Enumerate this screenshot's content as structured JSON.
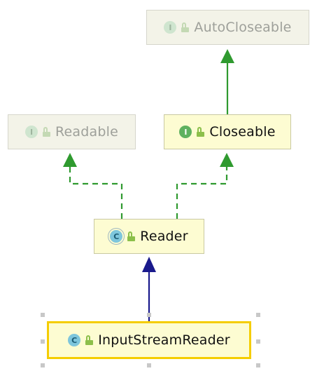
{
  "diagram": {
    "nodes": {
      "autocloseable": {
        "name": "AutoCloseable",
        "kind": "interface",
        "kind_letter": "I",
        "style": "library-dimmed",
        "visibility_icon": "lock-open-icon"
      },
      "readable": {
        "name": "Readable",
        "kind": "interface",
        "kind_letter": "I",
        "style": "library-dimmed",
        "visibility_icon": "lock-open-icon"
      },
      "closeable": {
        "name": "Closeable",
        "kind": "interface",
        "kind_letter": "I",
        "style": "normal",
        "visibility_icon": "lock-open-icon"
      },
      "reader": {
        "name": "Reader",
        "kind": "abstract-class",
        "kind_letter": "C",
        "style": "normal",
        "visibility_icon": "lock-open-icon"
      },
      "inputstreamreader": {
        "name": "InputStreamReader",
        "kind": "class",
        "kind_letter": "C",
        "style": "selected",
        "visibility_icon": "lock-open-icon"
      }
    },
    "edges": [
      {
        "from": "Closeable",
        "to": "AutoCloseable",
        "relation": "extends",
        "line": "solid",
        "color": "#2f9a2f"
      },
      {
        "from": "Reader",
        "to": "Readable",
        "relation": "implements",
        "line": "dashed",
        "color": "#2f9a2f"
      },
      {
        "from": "Reader",
        "to": "Closeable",
        "relation": "implements",
        "line": "dashed",
        "color": "#2f9a2f"
      },
      {
        "from": "InputStreamReader",
        "to": "Reader",
        "relation": "extends",
        "line": "solid",
        "color": "#1a1a8c"
      }
    ],
    "colors": {
      "interface_edge": "#2f9a2f",
      "class_edge": "#1a1a8c",
      "selection_border": "#f5cd00",
      "node_fill": "#fdfcd2",
      "dimmed_fill": "#f3f3e8"
    }
  }
}
